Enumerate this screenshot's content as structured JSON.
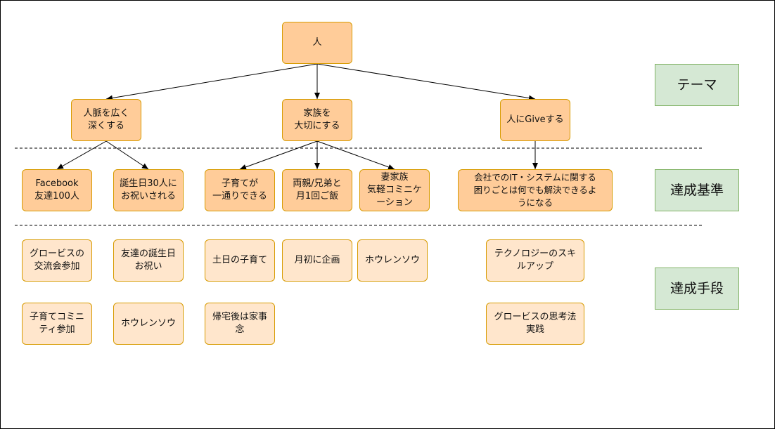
{
  "root": {
    "label": "人"
  },
  "themes": [
    {
      "label": "人脈を広く\n深くする"
    },
    {
      "label": "家族を\n大切にする"
    },
    {
      "label": "人にGiveする"
    }
  ],
  "criteria": [
    {
      "label": "Facebook\n友達100人"
    },
    {
      "label": "誕生日30人に\nお祝いされる"
    },
    {
      "label": "子育てが\n一通りできる"
    },
    {
      "label": "両親/兄弟と\n月1回ご飯"
    },
    {
      "label": "妻家族\n気軽コミニケ\nーション"
    },
    {
      "label": "会社でのIT・システムに関する\n困りごとは何でも解決できるよ\nうになる"
    }
  ],
  "means": [
    {
      "label": "グロービスの\n交流会参加"
    },
    {
      "label": "友達の誕生日\nお祝い"
    },
    {
      "label": "土日の子育て"
    },
    {
      "label": "月初に企画"
    },
    {
      "label": "ホウレンソウ"
    },
    {
      "label": "テクノロジーのスキ\nルアップ"
    },
    {
      "label": "子育てコミニ\nティ参加"
    },
    {
      "label": "ホウレンソウ"
    },
    {
      "label": "帰宅後は家事\n念"
    },
    {
      "label": "グロービスの思考法\n実践"
    }
  ],
  "levels": [
    {
      "label": "テーマ"
    },
    {
      "label": "達成基準"
    },
    {
      "label": "達成手段"
    }
  ],
  "colors": {
    "node_dark": "#ffcc99",
    "node_light": "#ffe6cc",
    "node_border": "#d79b00",
    "level_fill": "#d5e8d4",
    "level_border": "#82b366"
  }
}
